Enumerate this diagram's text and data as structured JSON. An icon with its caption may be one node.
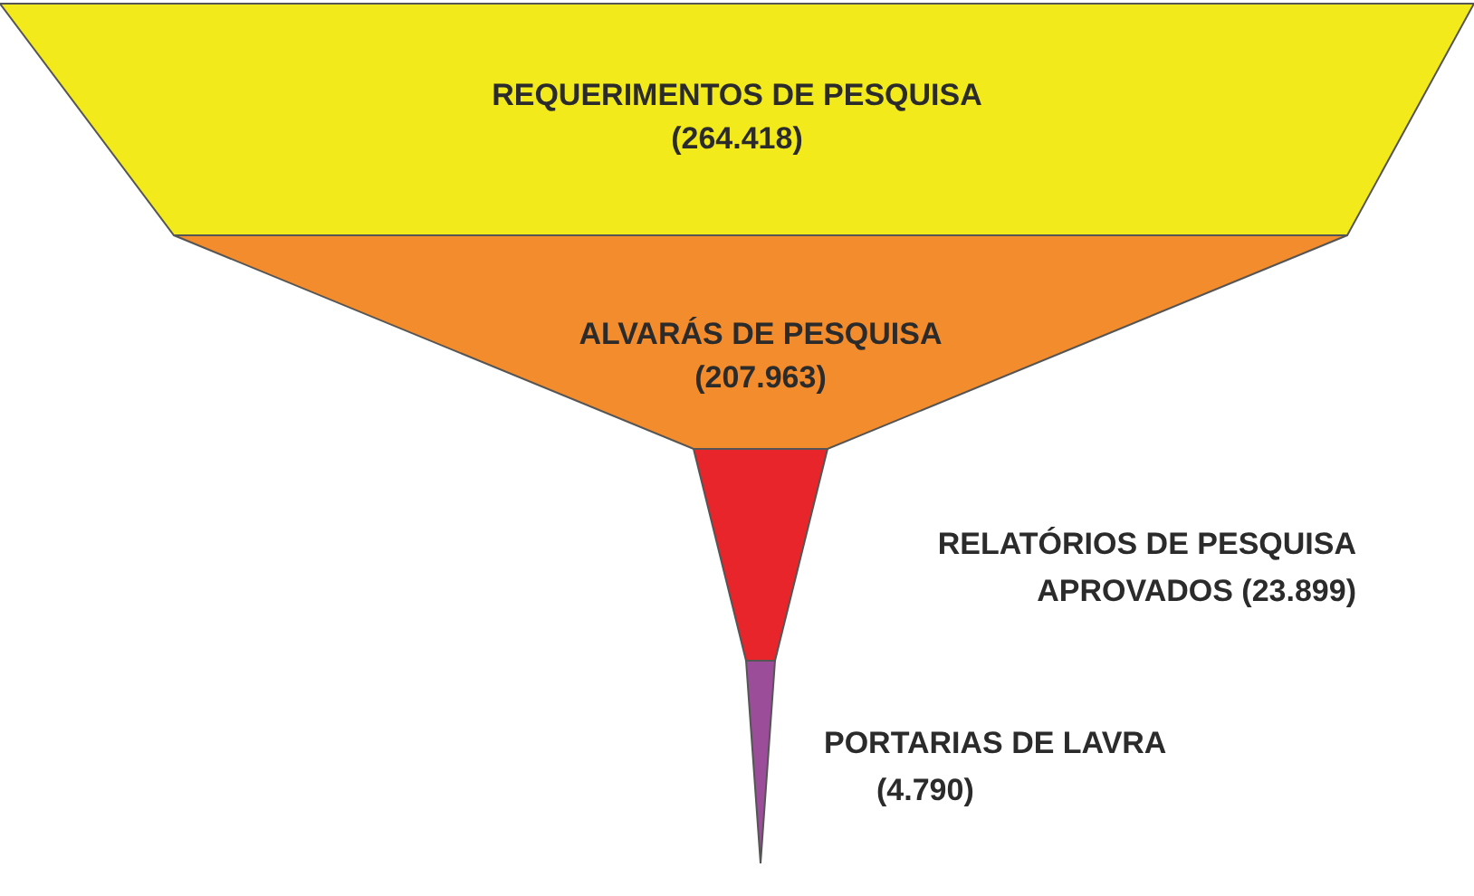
{
  "diagram": {
    "nodes": [
      {
        "text": [
          "REQUERIMENTOS DE PESQUISA",
          "(264.418)"
        ]
      },
      {
        "text": [
          "ALVARÁS DE PESQUISA",
          "(207.963)"
        ]
      },
      {
        "text": [],
        "shape": "triangle",
        "beside": [
          "RELATÓRIOS DE PESQUISA APROVADOS (23.899)"
        ]
      },
      {
        "text": [],
        "shape": "triangle",
        "beside": [
          "PORTARIAS DE LAVRA",
          "(4.790)"
        ]
      }
    ]
  }
}
